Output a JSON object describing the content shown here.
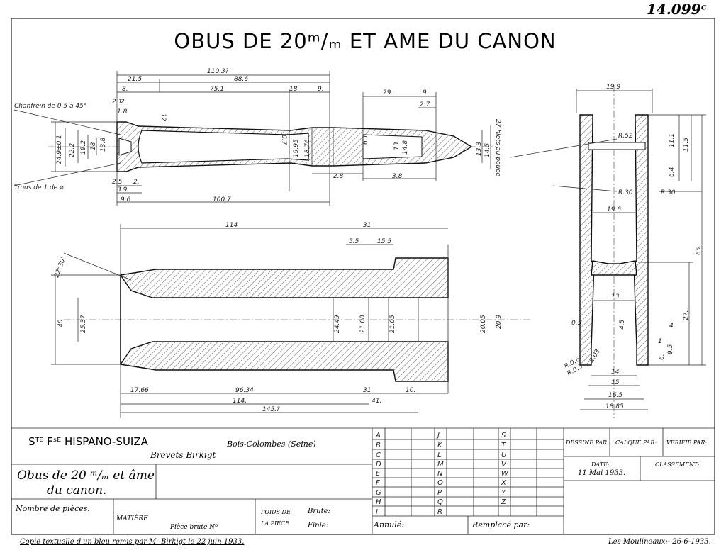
{
  "drawing_number": "14.099ᶜ",
  "title": "OBUS DE 20ᵐ/ₘ ET AME DU CANON",
  "shell_dims": {
    "overall": "110.3?",
    "d21_5": "21.5",
    "d88_6": "88.6",
    "d8": "8.",
    "d75_1": "75.1",
    "d18": "18.",
    "d9": "9.",
    "d29": "29.",
    "d9b": "9",
    "d2_1": "2.1",
    "d2": "2.",
    "d1_8": "1.8",
    "d2_7": "2.7",
    "chamfer_note": "Chanfrein de 0.5 à 45°",
    "holes_note": "Trous de 1 de ⌀",
    "threads_note": "27 filets au pouce",
    "d24_9": "24.9±0.1",
    "d22_2": "22.2",
    "d19_2": "19.2",
    "d18b": "18",
    "d13_8": "13.8",
    "d12": "12",
    "d19_95": "19.95",
    "d18_76": "18.76",
    "d0_7": "0.7",
    "d14_8": "14.8",
    "d13": "13.",
    "d14_5": "14.5",
    "d13_3": "13.3",
    "d6_1": "6.1",
    "d2_5": "2.5",
    "d3_9": "3.9",
    "d2c": "2.",
    "d9_6": "9.6",
    "d100_7": "100.7",
    "d2_8": "2.8",
    "d3_8": "3.8"
  },
  "barrel_dims": {
    "d114": "114",
    "d31": "31",
    "d5_5": "5.5",
    "d15_5": "15.5",
    "angle": "22°30'",
    "d40": "40.",
    "d25_37": "25.37",
    "d24_49": "24.49",
    "d21_08": "21.08",
    "d21_05": "21.05",
    "d20_05": "20.05",
    "d20_9": "20.9",
    "d17_66": "17.66",
    "d96_34": "96.34",
    "d31b": "31.",
    "d10": "10.",
    "d114b": "114.",
    "d41": "41.",
    "d145": "145.?"
  },
  "section_dims": {
    "d19_9": "19.9",
    "r52": "R.52",
    "d11_1": "11.1",
    "d11_5": "11.5",
    "d6_4": "6.4",
    "r30a": "R.30",
    "r30b": "R.30",
    "d19_6": "19.6",
    "d65": "65.",
    "d13": "13.",
    "d27": "27.",
    "d0_5": "0.5",
    "d4_5": "4.5",
    "d4": "4.",
    "d1": "1",
    "d9_5": "9.5",
    "d6": "6.",
    "r0_6": "R.0.6",
    "r0_5": "R.0.5",
    "d2_03": "2.03",
    "d14": "14.",
    "d15": "15.",
    "d16_5": "16.5",
    "d18_85": "18.85"
  },
  "title_block": {
    "company": "Sᵀᴱ Fˢᴱ HISPANO-SUIZA",
    "location": "Bois-Colombes (Seine)",
    "patents": "Brevets Birkigt",
    "part_name_line1": "Obus de 20 ᵐ/ₘ et âme",
    "part_name_line2": "du canon.",
    "pieces_label": "Nombre de pièces:",
    "material_label": "MATIÈRE",
    "raw_piece_label": "Pièce brute Nº",
    "weight_label_1": "POIDS DE",
    "weight_label_2": "LA PIÈCE",
    "raw_label": "Brute:",
    "finished_label": "Finie:",
    "revision_letters_col1": [
      "A",
      "B",
      "C",
      "D",
      "E",
      "F",
      "G",
      "H",
      "I"
    ],
    "revision_letters_col2": [
      "J",
      "K",
      "L",
      "M",
      "N",
      "O",
      "P",
      "Q",
      "R"
    ],
    "revision_letters_col3": [
      "S",
      "T",
      "U",
      "V",
      "W",
      "X",
      "Y",
      "Z"
    ],
    "cancelled_label": "Annulé:",
    "replaced_label": "Remplacé par:",
    "drawn_label": "DESSINÉ PAR:",
    "traced_label": "CALQUÉ PAR:",
    "checked_label": "VERIFIÉ PAR:",
    "date_label": "DATE:",
    "date_value": "11 Mai 1933.",
    "classification_label": "CLASSEMENT:",
    "footer_left": "Copie textuelle d'un bleu remis par Mʳ Birkigt le 22 juin 1933.",
    "footer_right": "Les Moulineaux:- 26-6-1933."
  }
}
